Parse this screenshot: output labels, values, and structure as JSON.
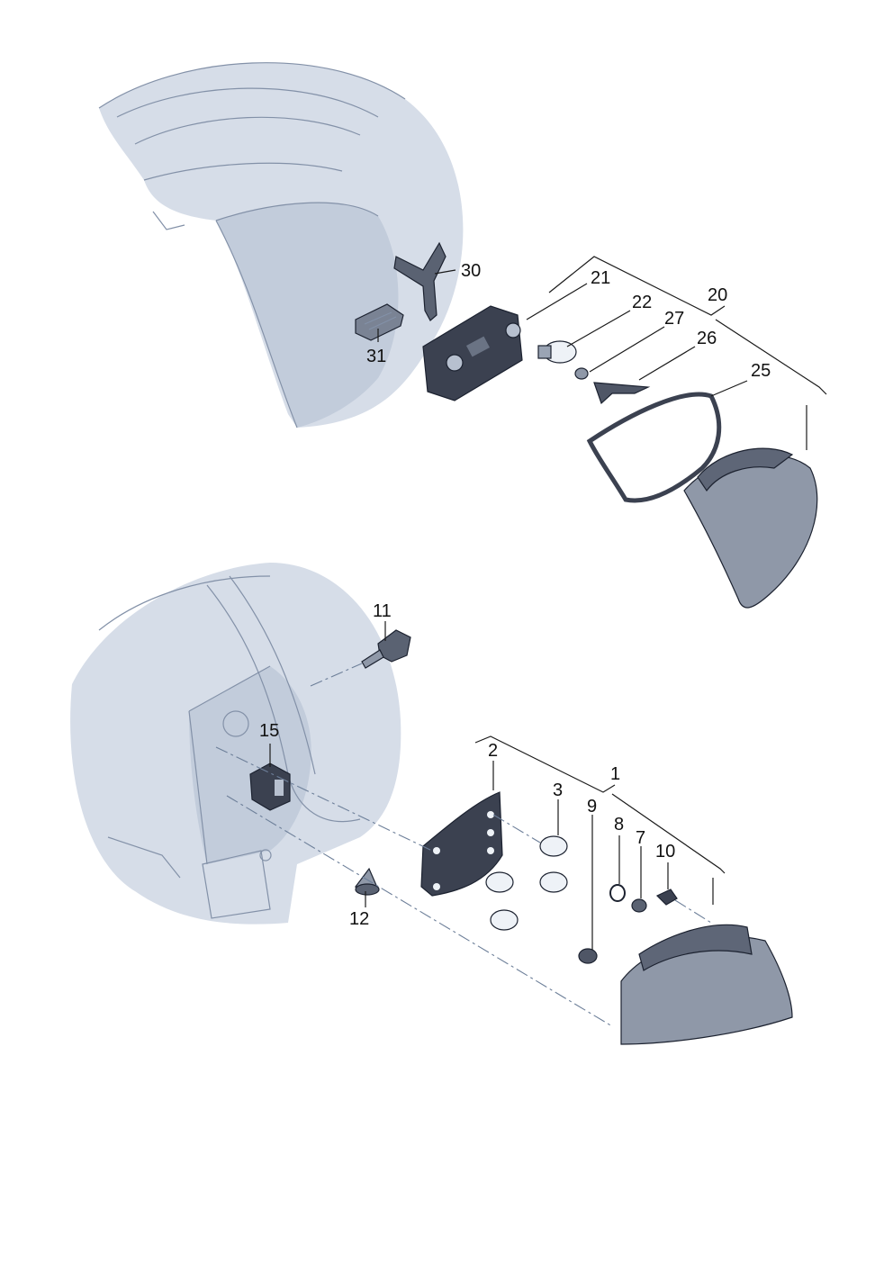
{
  "diagram": {
    "colors": {
      "background": "#ffffff",
      "body_fill": "#d6dde8",
      "body_shade": "#c2ccdb",
      "part_dark": "#3b4150",
      "part_mid": "#6a7384",
      "lens_fill": "#8f98a8",
      "label_text": "#111111"
    },
    "labels": {
      "l1": "1",
      "l2": "2",
      "l3": "3",
      "l7": "7",
      "l8": "8",
      "l9": "9",
      "l10": "10",
      "l11": "11",
      "l12": "12",
      "l15": "15",
      "l20": "20",
      "l21": "21",
      "l22": "22",
      "l25": "25",
      "l26": "26",
      "l27": "27",
      "l30": "30",
      "l31": "31"
    }
  }
}
